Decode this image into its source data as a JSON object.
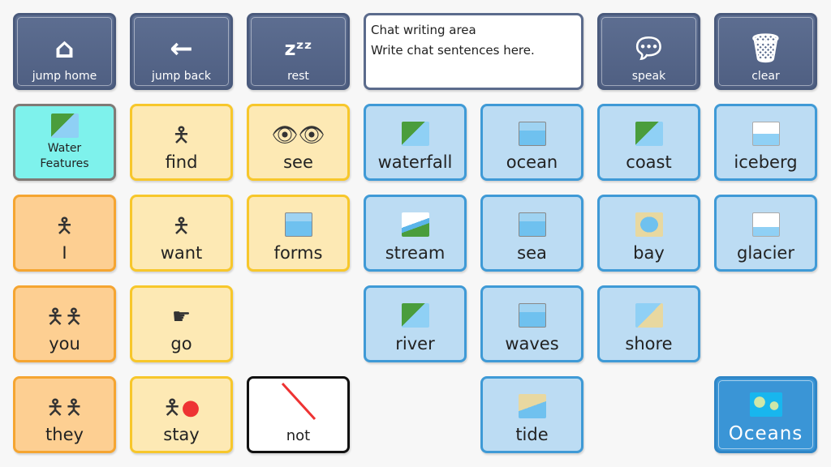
{
  "nav": {
    "jump_home": "jump home",
    "jump_back": "jump back",
    "rest": "rest",
    "speak": "speak",
    "clear": "clear"
  },
  "chat": {
    "title": "Chat writing area",
    "placeholder": "Write chat sentences here."
  },
  "folder": {
    "line1": "Water",
    "line2": "Features"
  },
  "words": {
    "find": "find",
    "see": "see",
    "I": "I",
    "want": "want",
    "forms": "forms",
    "you": "you",
    "go": "go",
    "they": "they",
    "stay": "stay",
    "not": "not"
  },
  "nouns": {
    "waterfall": "waterfall",
    "ocean": "ocean",
    "coast": "coast",
    "iceberg": "iceberg",
    "stream": "stream",
    "sea": "sea",
    "bay": "bay",
    "glacier": "glacier",
    "river": "river",
    "waves": "waves",
    "shore": "shore",
    "tide": "tide"
  },
  "oceans": "Oceans",
  "colors": {
    "nav": "#56678a",
    "yellow": "#fde9b4",
    "orange": "#fdcf92",
    "blue": "#bcdcf3",
    "teal": "#7ef2ec",
    "oceans": "#3a95d6"
  }
}
